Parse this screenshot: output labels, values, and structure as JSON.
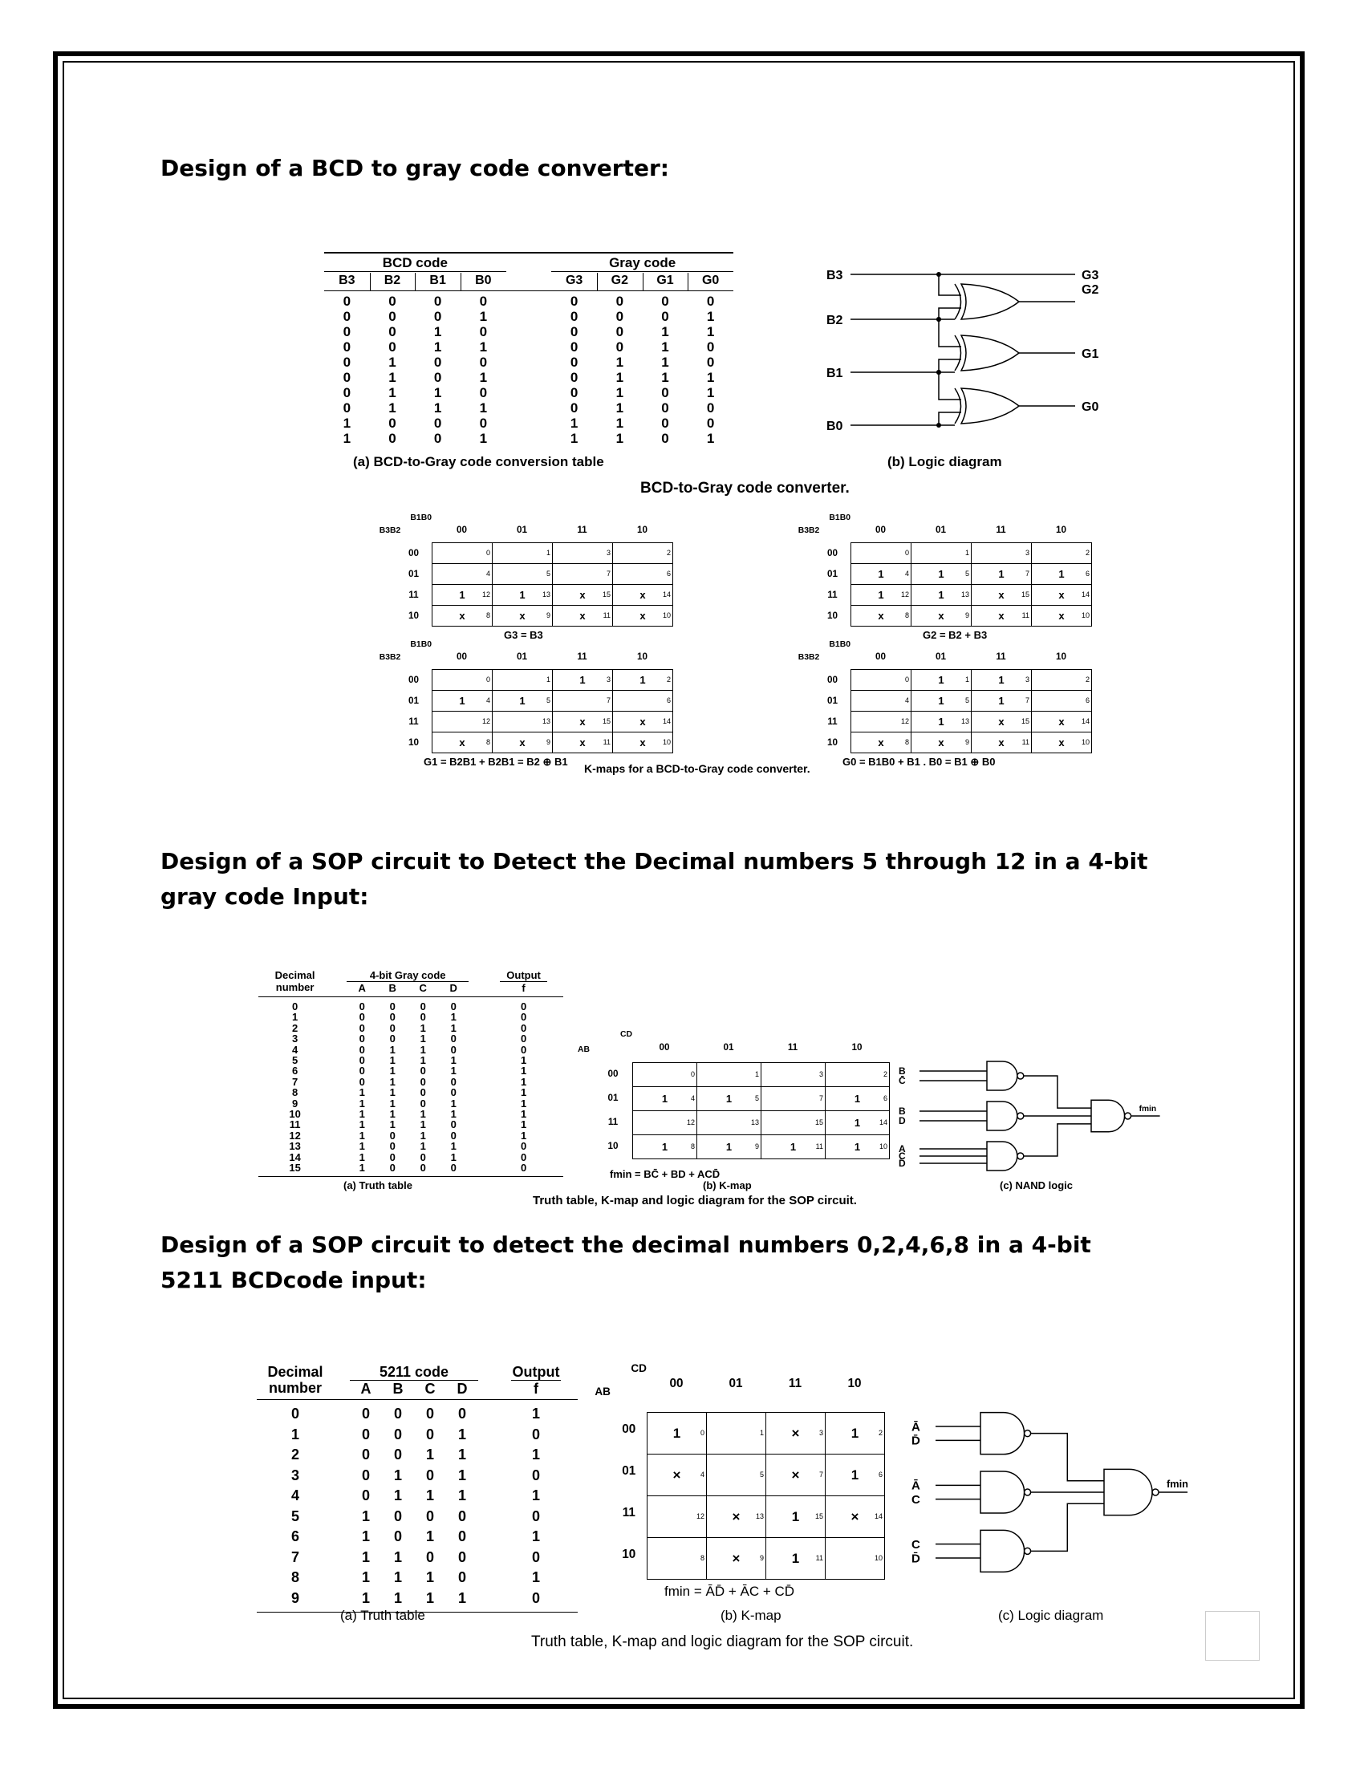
{
  "sections": [
    {
      "heading": "Design of a BCD to gray code converter:"
    },
    {
      "heading": "Design of a SOP circuit to Detect the Decimal numbers 5 through 12 in a 4-bit gray code Input:"
    },
    {
      "heading": "Design of a SOP circuit to detect the decimal numbers 0,2,4,6,8 in a 4-bit 5211 BCDcode input:"
    }
  ],
  "fig1": {
    "table": {
      "group_bcd": "BCD code",
      "group_gray": "Gray code",
      "cols_bcd": [
        "B3",
        "B2",
        "B1",
        "B0"
      ],
      "cols_gray": [
        "G3",
        "G2",
        "G1",
        "G0"
      ],
      "rows": [
        [
          "0",
          "0",
          "0",
          "0",
          "0",
          "0",
          "0",
          "0"
        ],
        [
          "0",
          "0",
          "0",
          "1",
          "0",
          "0",
          "0",
          "1"
        ],
        [
          "0",
          "0",
          "1",
          "0",
          "0",
          "0",
          "1",
          "1"
        ],
        [
          "0",
          "0",
          "1",
          "1",
          "0",
          "0",
          "1",
          "0"
        ],
        [
          "0",
          "1",
          "0",
          "0",
          "0",
          "1",
          "1",
          "0"
        ],
        [
          "0",
          "1",
          "0",
          "1",
          "0",
          "1",
          "1",
          "1"
        ],
        [
          "0",
          "1",
          "1",
          "0",
          "0",
          "1",
          "0",
          "1"
        ],
        [
          "0",
          "1",
          "1",
          "1",
          "0",
          "1",
          "0",
          "0"
        ],
        [
          "1",
          "0",
          "0",
          "0",
          "1",
          "1",
          "0",
          "0"
        ],
        [
          "1",
          "0",
          "0",
          "1",
          "1",
          "1",
          "0",
          "1"
        ]
      ],
      "caption": "(a) BCD-to-Gray code conversion table"
    },
    "logic": {
      "inputs": [
        "B3",
        "B2",
        "B1",
        "B0"
      ],
      "outputs": [
        "G3",
        "G2",
        "G1",
        "G0"
      ],
      "caption": "(b) Logic diagram"
    },
    "caption": "BCD-to-Gray code converter."
  },
  "fig2": {
    "caption": "K-maps for a BCD-to-Gray code converter.",
    "row_var": "B3B2",
    "col_var": "B1B0",
    "codes": [
      "00",
      "01",
      "11",
      "10"
    ],
    "maps": [
      {
        "cells": [
          "",
          "",
          "",
          "",
          "",
          "",
          "",
          "",
          "x",
          "x",
          "x",
          "x",
          "1",
          "1",
          "x",
          "x"
        ],
        "eq": "G3 = B3"
      },
      {
        "cells": [
          "",
          "",
          "",
          "",
          "1",
          "1",
          "1",
          "1",
          "x",
          "x",
          "x",
          "x",
          "1",
          "1",
          "x",
          "x"
        ],
        "eq": "G2 = B2 + B3"
      },
      {
        "cells": [
          "",
          "",
          "1",
          "1",
          "1",
          "1",
          "",
          "",
          "x",
          "x",
          "x",
          "x",
          "",
          "",
          "x",
          "x"
        ],
        "eq": "G1 = B2B1 + B2B1 = B2 ⊕ B1"
      },
      {
        "cells": [
          "",
          "1",
          "",
          "1",
          "",
          "1",
          "",
          "1",
          "x",
          "x",
          "x",
          "x",
          "",
          "1",
          "x",
          "x"
        ],
        "eq": "G0 = B1B0 + B1 . B0 = B1 ⊕ B0"
      }
    ]
  },
  "fig3": {
    "table": {
      "hd_decimal_1": "Decimal",
      "hd_decimal_2": "number",
      "hd_code": "4-bit Gray code",
      "hd_output": "Output",
      "cols": [
        "A",
        "B",
        "C",
        "D"
      ],
      "hd_f": "f",
      "rows": [
        [
          "0",
          "0",
          "0",
          "0",
          "0",
          "0"
        ],
        [
          "1",
          "0",
          "0",
          "0",
          "1",
          "0"
        ],
        [
          "2",
          "0",
          "0",
          "1",
          "1",
          "0"
        ],
        [
          "3",
          "0",
          "0",
          "1",
          "0",
          "0"
        ],
        [
          "4",
          "0",
          "1",
          "1",
          "0",
          "0"
        ],
        [
          "5",
          "0",
          "1",
          "1",
          "1",
          "1"
        ],
        [
          "6",
          "0",
          "1",
          "0",
          "1",
          "1"
        ],
        [
          "7",
          "0",
          "1",
          "0",
          "0",
          "1"
        ],
        [
          "8",
          "1",
          "1",
          "0",
          "0",
          "1"
        ],
        [
          "9",
          "1",
          "1",
          "0",
          "1",
          "1"
        ],
        [
          "10",
          "1",
          "1",
          "1",
          "1",
          "1"
        ],
        [
          "11",
          "1",
          "1",
          "1",
          "0",
          "1"
        ],
        [
          "12",
          "1",
          "0",
          "1",
          "0",
          "1"
        ],
        [
          "13",
          "1",
          "0",
          "1",
          "1",
          "0"
        ],
        [
          "14",
          "1",
          "0",
          "0",
          "1",
          "0"
        ],
        [
          "15",
          "1",
          "0",
          "0",
          "0",
          "0"
        ]
      ],
      "caption": "(a) Truth table"
    },
    "kmap": {
      "row_var": "AB",
      "col_var": "CD",
      "codes": [
        "00",
        "01",
        "11",
        "10"
      ],
      "cells": [
        "",
        "",
        "",
        "",
        "1",
        "1",
        "1",
        "",
        "1",
        "1",
        "1",
        "1",
        "",
        "",
        "1",
        ""
      ],
      "eq": "fmin = BC̄ + BD + ACD̄",
      "caption": "(b) K-map"
    },
    "logic": {
      "inputs": [
        "B",
        "C̄",
        "B",
        "D",
        "A",
        "C",
        "D̄"
      ],
      "output": "fmin",
      "caption": "(c) NAND logic"
    },
    "caption": "Truth table, K-map and logic diagram for the SOP circuit."
  },
  "fig4": {
    "table": {
      "hd_decimal_1": "Decimal",
      "hd_decimal_2": "number",
      "hd_code": "5211 code",
      "hd_output": "Output",
      "cols": [
        "A",
        "B",
        "C",
        "D"
      ],
      "hd_f": "f",
      "rows": [
        [
          "0",
          "0",
          "0",
          "0",
          "0",
          "1"
        ],
        [
          "1",
          "0",
          "0",
          "0",
          "1",
          "0"
        ],
        [
          "2",
          "0",
          "0",
          "1",
          "1",
          "1"
        ],
        [
          "3",
          "0",
          "1",
          "0",
          "1",
          "0"
        ],
        [
          "4",
          "0",
          "1",
          "1",
          "1",
          "1"
        ],
        [
          "5",
          "1",
          "0",
          "0",
          "0",
          "0"
        ],
        [
          "6",
          "1",
          "0",
          "1",
          "0",
          "1"
        ],
        [
          "7",
          "1",
          "1",
          "0",
          "0",
          "0"
        ],
        [
          "8",
          "1",
          "1",
          "1",
          "0",
          "1"
        ],
        [
          "9",
          "1",
          "1",
          "1",
          "1",
          "0"
        ]
      ],
      "caption": "(a) Truth table"
    },
    "kmap": {
      "row_var": "AB",
      "col_var": "CD",
      "codes": [
        "00",
        "01",
        "11",
        "10"
      ],
      "cells": [
        "1",
        "",
        "1",
        "×",
        "×",
        "",
        "1",
        "×",
        "",
        "×",
        "",
        "1",
        "",
        "×",
        "×",
        "1"
      ],
      "eq": "fmin = ĀD̄ + ĀC + CD̄",
      "caption": "(b) K-map"
    },
    "logic": {
      "inputs": [
        "Ā",
        "D̄",
        "Ā",
        "C",
        "C",
        "D̄"
      ],
      "output": "fmin",
      "caption": "(c) Logic diagram"
    },
    "caption": "Truth table, K-map and logic diagram for the SOP circuit."
  }
}
